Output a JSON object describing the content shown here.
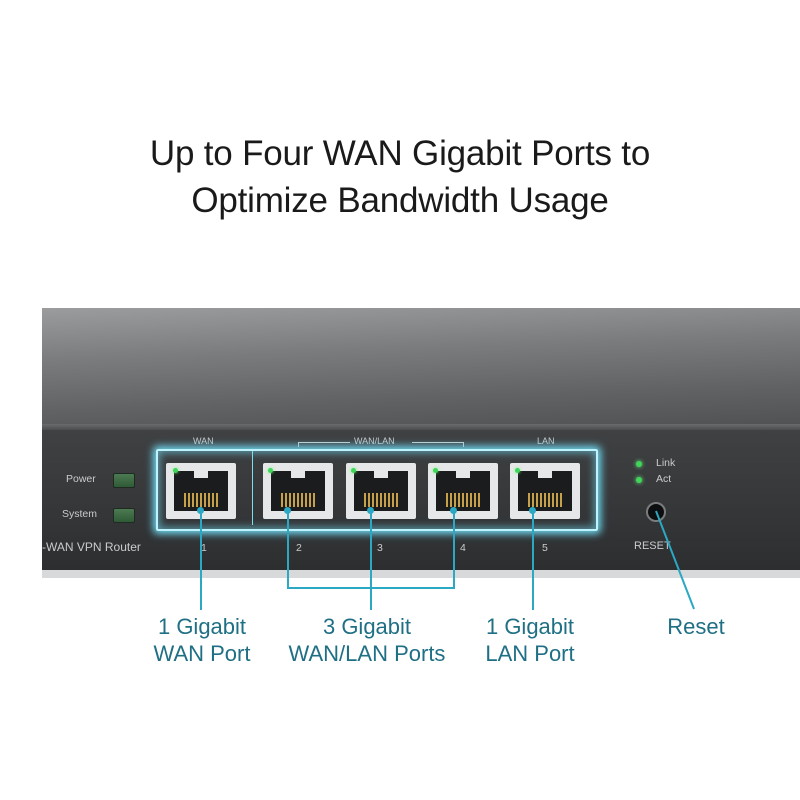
{
  "headline": {
    "line1": "Up to Four WAN Gigabit Ports to",
    "line2": "Optimize Bandwidth Usage"
  },
  "router": {
    "model_text": "-WAN VPN Router",
    "power_label": "Power",
    "system_label": "System",
    "group_wan": "WAN",
    "group_wanlan": "WAN/LAN",
    "group_lan": "LAN",
    "port_numbers": [
      "1",
      "2",
      "3",
      "4",
      "5"
    ],
    "link_label": "Link",
    "act_label": "Act",
    "reset_label": "RESET"
  },
  "captions": {
    "wan": {
      "line1": "1 Gigabit",
      "line2": "WAN Port"
    },
    "wanlan": {
      "line1": "3 Gigabit",
      "line2": "WAN/LAN Ports"
    },
    "lan": {
      "line1": "1 Gigabit",
      "line2": "LAN Port"
    },
    "reset": {
      "line1": "Reset"
    }
  },
  "colors": {
    "accent": "#2aa8c4",
    "caption_text": "#1f6f85",
    "led_green": "#3fd65a"
  }
}
